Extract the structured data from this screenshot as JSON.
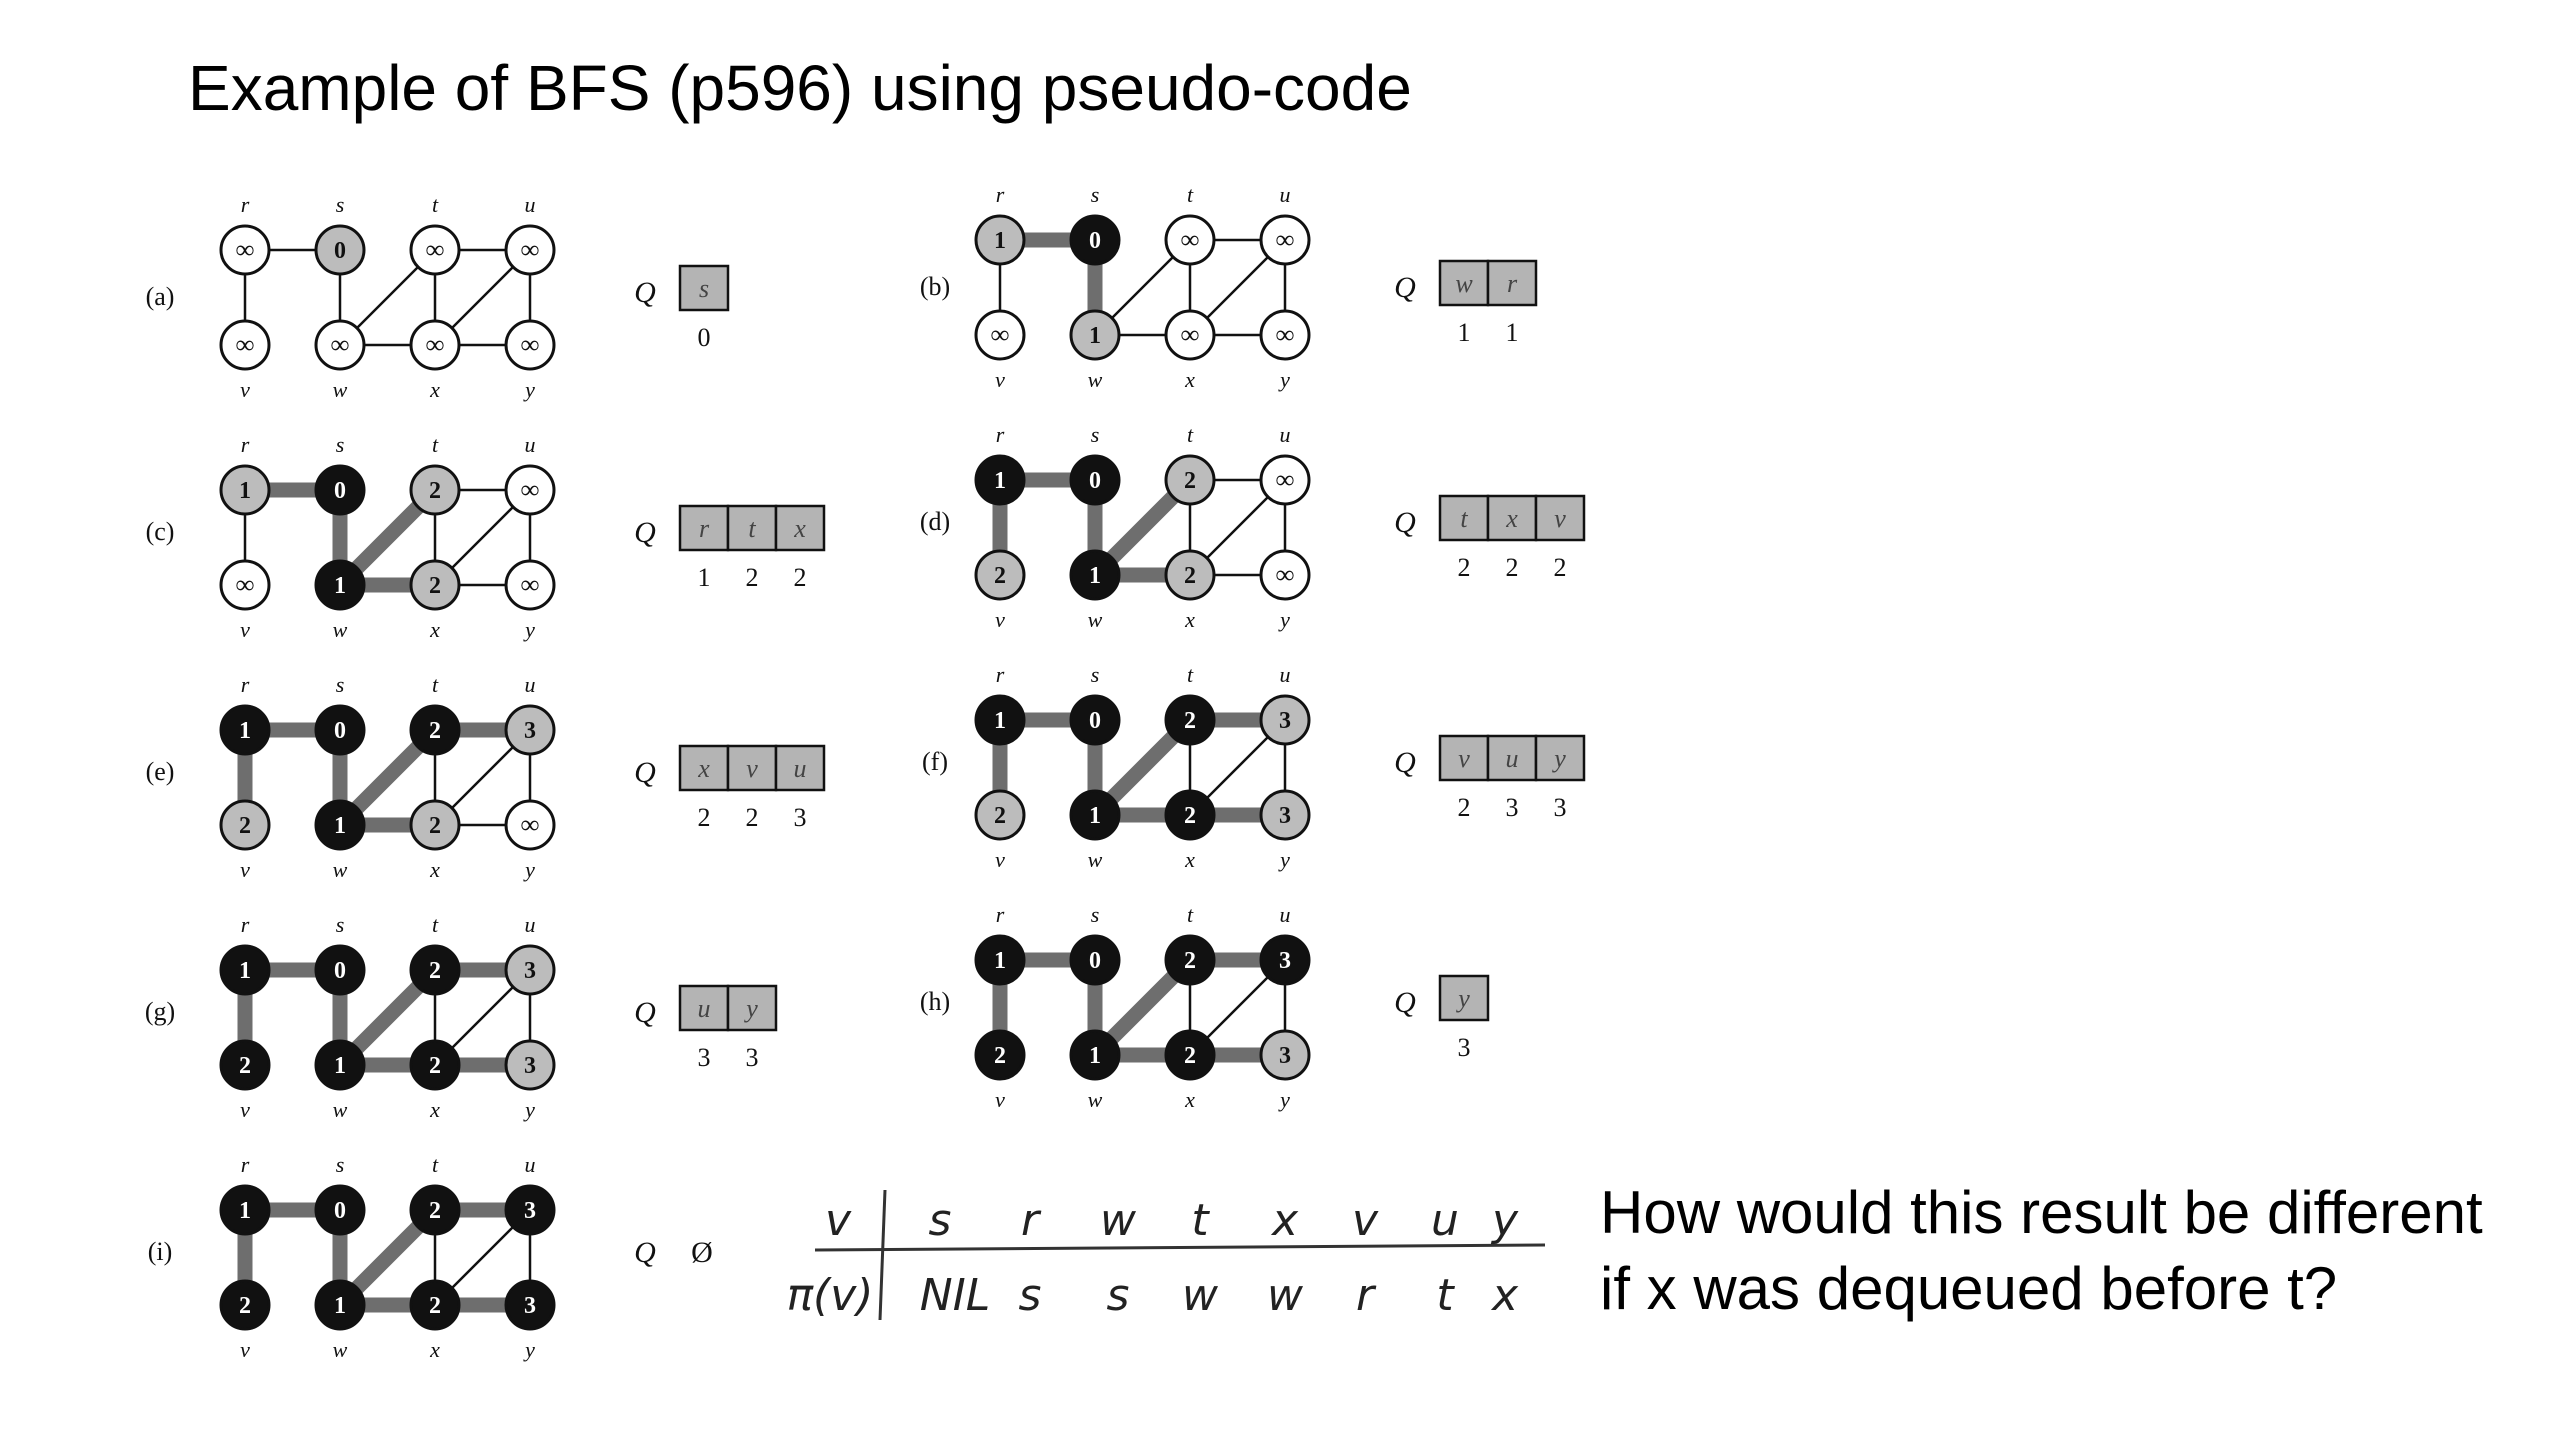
{
  "title": "Example of BFS (p596) using pseudo-code",
  "question": {
    "line1": "How would this result be different",
    "line2": "if x was dequeued before t?"
  },
  "colors": {
    "ink": "#111111",
    "gray_vertex": "#bcbcbc",
    "white_vertex": "#ffffff",
    "tree_edge": "#6e6e6e",
    "queue_cell": "#b4b4b4"
  },
  "vertex_order": [
    "r",
    "s",
    "t",
    "u",
    "v",
    "w",
    "x",
    "y"
  ],
  "edges": [
    [
      "r",
      "s"
    ],
    [
      "r",
      "v"
    ],
    [
      "s",
      "w"
    ],
    [
      "w",
      "t"
    ],
    [
      "w",
      "x"
    ],
    [
      "t",
      "x"
    ],
    [
      "t",
      "u"
    ],
    [
      "x",
      "u"
    ],
    [
      "x",
      "y"
    ],
    [
      "u",
      "y"
    ]
  ],
  "panels": [
    {
      "label": "(a)",
      "vertices": {
        "r": [
          "∞",
          "white"
        ],
        "s": [
          "0",
          "gray"
        ],
        "t": [
          "∞",
          "white"
        ],
        "u": [
          "∞",
          "white"
        ],
        "v": [
          "∞",
          "white"
        ],
        "w": [
          "∞",
          "white"
        ],
        "x": [
          "∞",
          "white"
        ],
        "y": [
          "∞",
          "white"
        ]
      },
      "tree_edges": [],
      "queue": [
        "s"
      ],
      "distances": [
        "0"
      ]
    },
    {
      "label": "(b)",
      "vertices": {
        "r": [
          "1",
          "gray"
        ],
        "s": [
          "0",
          "black"
        ],
        "t": [
          "∞",
          "white"
        ],
        "u": [
          "∞",
          "white"
        ],
        "v": [
          "∞",
          "white"
        ],
        "w": [
          "1",
          "gray"
        ],
        "x": [
          "∞",
          "white"
        ],
        "y": [
          "∞",
          "white"
        ]
      },
      "tree_edges": [
        [
          "r",
          "s"
        ],
        [
          "s",
          "w"
        ]
      ],
      "queue": [
        "w",
        "r"
      ],
      "distances": [
        "1",
        "1"
      ]
    },
    {
      "label": "(c)",
      "vertices": {
        "r": [
          "1",
          "gray"
        ],
        "s": [
          "0",
          "black"
        ],
        "t": [
          "2",
          "gray"
        ],
        "u": [
          "∞",
          "white"
        ],
        "v": [
          "∞",
          "white"
        ],
        "w": [
          "1",
          "black"
        ],
        "x": [
          "2",
          "gray"
        ],
        "y": [
          "∞",
          "white"
        ]
      },
      "tree_edges": [
        [
          "r",
          "s"
        ],
        [
          "s",
          "w"
        ],
        [
          "w",
          "t"
        ],
        [
          "w",
          "x"
        ]
      ],
      "queue": [
        "r",
        "t",
        "x"
      ],
      "distances": [
        "1",
        "2",
        "2"
      ]
    },
    {
      "label": "(d)",
      "vertices": {
        "r": [
          "1",
          "black"
        ],
        "s": [
          "0",
          "black"
        ],
        "t": [
          "2",
          "gray"
        ],
        "u": [
          "∞",
          "white"
        ],
        "v": [
          "2",
          "gray"
        ],
        "w": [
          "1",
          "black"
        ],
        "x": [
          "2",
          "gray"
        ],
        "y": [
          "∞",
          "white"
        ]
      },
      "tree_edges": [
        [
          "r",
          "s"
        ],
        [
          "s",
          "w"
        ],
        [
          "w",
          "t"
        ],
        [
          "w",
          "x"
        ],
        [
          "r",
          "v"
        ]
      ],
      "queue": [
        "t",
        "x",
        "v"
      ],
      "distances": [
        "2",
        "2",
        "2"
      ]
    },
    {
      "label": "(e)",
      "vertices": {
        "r": [
          "1",
          "black"
        ],
        "s": [
          "0",
          "black"
        ],
        "t": [
          "2",
          "black"
        ],
        "u": [
          "3",
          "gray"
        ],
        "v": [
          "2",
          "gray"
        ],
        "w": [
          "1",
          "black"
        ],
        "x": [
          "2",
          "gray"
        ],
        "y": [
          "∞",
          "white"
        ]
      },
      "tree_edges": [
        [
          "r",
          "s"
        ],
        [
          "s",
          "w"
        ],
        [
          "w",
          "t"
        ],
        [
          "w",
          "x"
        ],
        [
          "r",
          "v"
        ],
        [
          "t",
          "u"
        ]
      ],
      "queue": [
        "x",
        "v",
        "u"
      ],
      "distances": [
        "2",
        "2",
        "3"
      ]
    },
    {
      "label": "(f)",
      "vertices": {
        "r": [
          "1",
          "black"
        ],
        "s": [
          "0",
          "black"
        ],
        "t": [
          "2",
          "black"
        ],
        "u": [
          "3",
          "gray"
        ],
        "v": [
          "2",
          "gray"
        ],
        "w": [
          "1",
          "black"
        ],
        "x": [
          "2",
          "black"
        ],
        "y": [
          "3",
          "gray"
        ]
      },
      "tree_edges": [
        [
          "r",
          "s"
        ],
        [
          "s",
          "w"
        ],
        [
          "w",
          "t"
        ],
        [
          "w",
          "x"
        ],
        [
          "r",
          "v"
        ],
        [
          "t",
          "u"
        ],
        [
          "x",
          "y"
        ]
      ],
      "queue": [
        "v",
        "u",
        "y"
      ],
      "distances": [
        "2",
        "3",
        "3"
      ]
    },
    {
      "label": "(g)",
      "vertices": {
        "r": [
          "1",
          "black"
        ],
        "s": [
          "0",
          "black"
        ],
        "t": [
          "2",
          "black"
        ],
        "u": [
          "3",
          "gray"
        ],
        "v": [
          "2",
          "black"
        ],
        "w": [
          "1",
          "black"
        ],
        "x": [
          "2",
          "black"
        ],
        "y": [
          "3",
          "gray"
        ]
      },
      "tree_edges": [
        [
          "r",
          "s"
        ],
        [
          "s",
          "w"
        ],
        [
          "w",
          "t"
        ],
        [
          "w",
          "x"
        ],
        [
          "r",
          "v"
        ],
        [
          "t",
          "u"
        ],
        [
          "x",
          "y"
        ]
      ],
      "queue": [
        "u",
        "y"
      ],
      "distances": [
        "3",
        "3"
      ]
    },
    {
      "label": "(h)",
      "vertices": {
        "r": [
          "1",
          "black"
        ],
        "s": [
          "0",
          "black"
        ],
        "t": [
          "2",
          "black"
        ],
        "u": [
          "3",
          "black"
        ],
        "v": [
          "2",
          "black"
        ],
        "w": [
          "1",
          "black"
        ],
        "x": [
          "2",
          "black"
        ],
        "y": [
          "3",
          "gray"
        ]
      },
      "tree_edges": [
        [
          "r",
          "s"
        ],
        [
          "s",
          "w"
        ],
        [
          "w",
          "t"
        ],
        [
          "w",
          "x"
        ],
        [
          "r",
          "v"
        ],
        [
          "t",
          "u"
        ],
        [
          "x",
          "y"
        ]
      ],
      "queue": [
        "y"
      ],
      "distances": [
        "3"
      ]
    },
    {
      "label": "(i)",
      "vertices": {
        "r": [
          "1",
          "black"
        ],
        "s": [
          "0",
          "black"
        ],
        "t": [
          "2",
          "black"
        ],
        "u": [
          "3",
          "black"
        ],
        "v": [
          "2",
          "black"
        ],
        "w": [
          "1",
          "black"
        ],
        "x": [
          "2",
          "black"
        ],
        "y": [
          "3",
          "black"
        ]
      },
      "tree_edges": [
        [
          "r",
          "s"
        ],
        [
          "s",
          "w"
        ],
        [
          "w",
          "t"
        ],
        [
          "w",
          "x"
        ],
        [
          "r",
          "v"
        ],
        [
          "t",
          "u"
        ],
        [
          "x",
          "y"
        ]
      ],
      "queue": [],
      "empty_symbol": "Ø",
      "distances": []
    }
  ],
  "queue_label": "Q",
  "parent_table": {
    "header_v": "v",
    "header_pi": "π(v)",
    "vertices": [
      "s",
      "r",
      "w",
      "t",
      "x",
      "v",
      "u",
      "y"
    ],
    "parents": [
      "NIL",
      "s",
      "s",
      "w",
      "w",
      "r",
      "t",
      "x"
    ]
  }
}
